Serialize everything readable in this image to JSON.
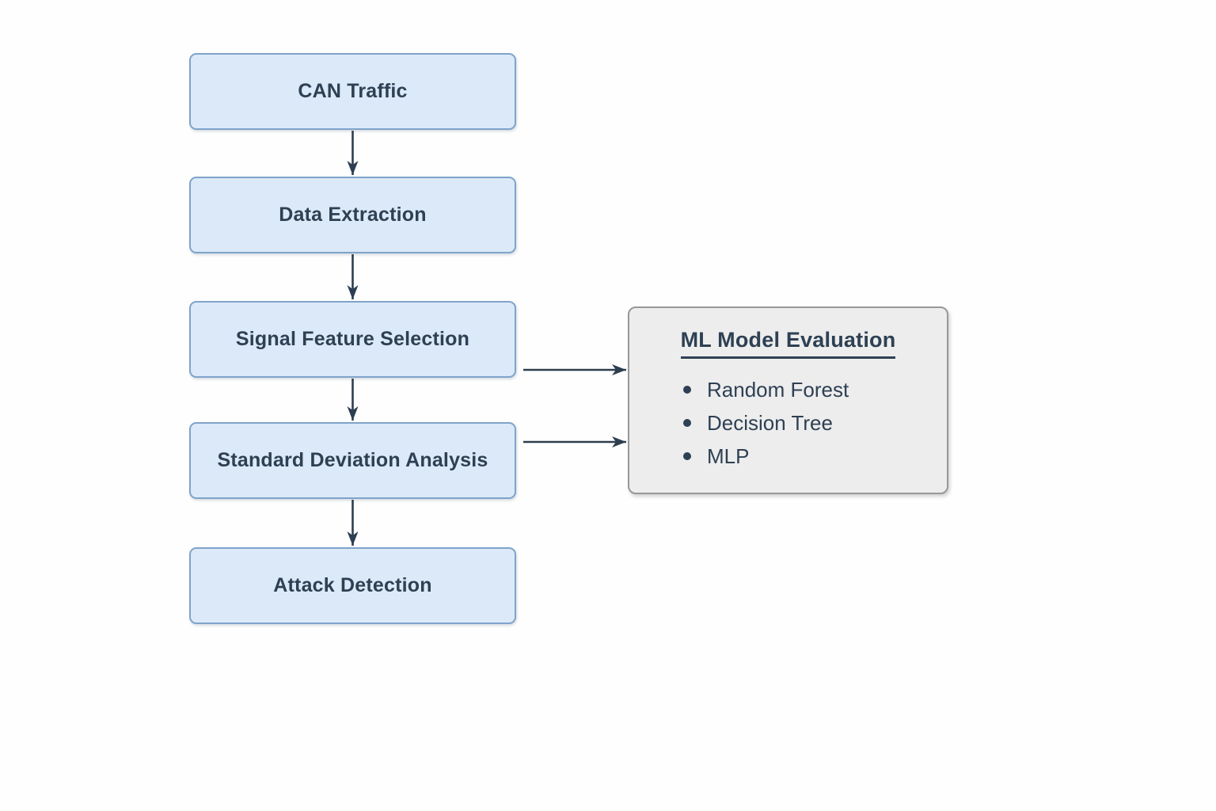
{
  "diagram": {
    "nodes": [
      {
        "label": "CAN Traffic"
      },
      {
        "label": "Data Extraction"
      },
      {
        "label": "Signal Feature Selection"
      },
      {
        "label": "Standard Deviation Analysis"
      },
      {
        "label": "Attack Detection"
      }
    ],
    "panel": {
      "title": "ML Model Evaluation",
      "models": [
        "Random Forest",
        "Decision Tree",
        "MLP"
      ]
    },
    "connections": [
      {
        "from": "CAN Traffic",
        "to": "Data Extraction"
      },
      {
        "from": "Data Extraction",
        "to": "Signal Feature Selection"
      },
      {
        "from": "Signal Feature Selection",
        "to": "Standard Deviation Analysis"
      },
      {
        "from": "Standard Deviation Analysis",
        "to": "Attack Detection"
      },
      {
        "from": "Signal Feature Selection",
        "to": "ML Model Evaluation"
      },
      {
        "from": "Standard Deviation Analysis",
        "to": "ML Model Evaluation"
      }
    ],
    "colors": {
      "node_fill": "#dce9f8",
      "node_border": "#7fa3cb",
      "node_text": "#2e4053",
      "arrow": "#2c3e50",
      "panel_fill": "#ededed",
      "panel_border": "#989898",
      "background": "#fefefe"
    }
  }
}
